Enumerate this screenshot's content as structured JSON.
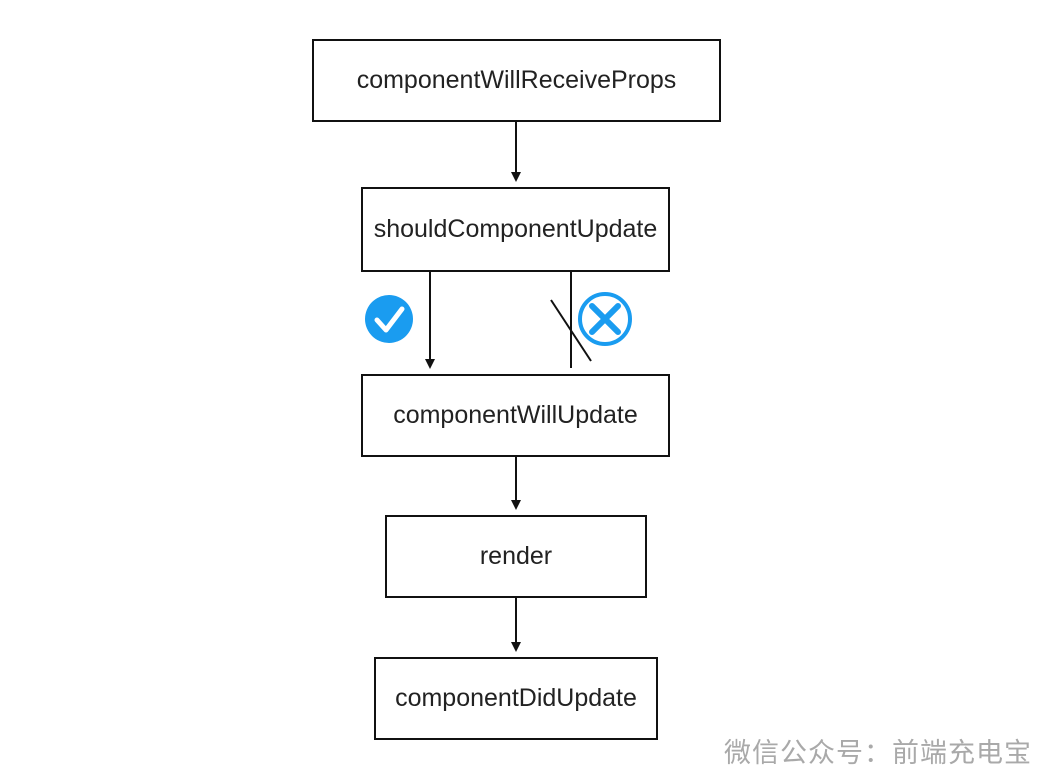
{
  "diagram": {
    "nodes": [
      {
        "id": "n1",
        "label": "componentWillReceiveProps"
      },
      {
        "id": "n2",
        "label": "shouldComponentUpdate"
      },
      {
        "id": "n3",
        "label": "componentWillUpdate"
      },
      {
        "id": "n4",
        "label": "render"
      },
      {
        "id": "n5",
        "label": "componentDidUpdate"
      }
    ],
    "edges": [
      {
        "from": "n1",
        "to": "n2"
      },
      {
        "from": "n2",
        "to": "n3",
        "condition": "true",
        "icon": "check-circle-icon"
      },
      {
        "from": "n2",
        "to": "n3",
        "condition": "false",
        "icon": "cross-circle-icon"
      },
      {
        "from": "n3",
        "to": "n4"
      },
      {
        "from": "n4",
        "to": "n5"
      }
    ],
    "colors": {
      "line": "#111111",
      "icon_accent": "#1a9cf0",
      "watermark": "#a9a9a9"
    }
  },
  "watermark": "微信公众号：前端充电宝"
}
